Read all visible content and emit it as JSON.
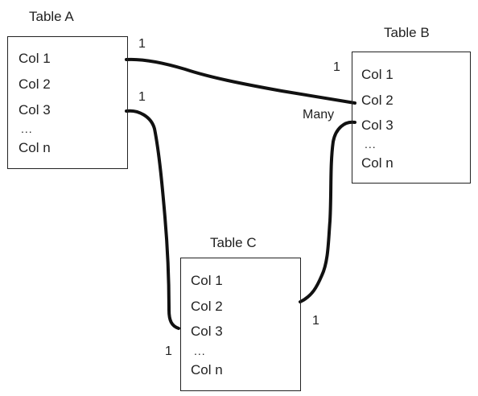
{
  "tables": {
    "a": {
      "title": "Table A",
      "cols": [
        "Col 1",
        "Col 2",
        "Col 3",
        "...",
        "Col n"
      ]
    },
    "b": {
      "title": "Table B",
      "cols": [
        "Col 1",
        "Col 2",
        "Col 3",
        "...",
        "Col n"
      ]
    },
    "c": {
      "title": "Table C",
      "cols": [
        "Col 1",
        "Col 2",
        "Col 3",
        "...",
        "Col n"
      ]
    }
  },
  "relationships": [
    {
      "name": "a-col1-to-b-col2",
      "from_card": "1",
      "to_card": "1"
    },
    {
      "name": "a-col3-to-c-col3",
      "from_card": "1",
      "to_card": "1"
    },
    {
      "name": "c-col3-to-b-col3",
      "from_card": "1",
      "to_card": "Many"
    }
  ],
  "colors": {
    "ink": "#222222",
    "line": "#111111",
    "background": "#ffffff"
  }
}
